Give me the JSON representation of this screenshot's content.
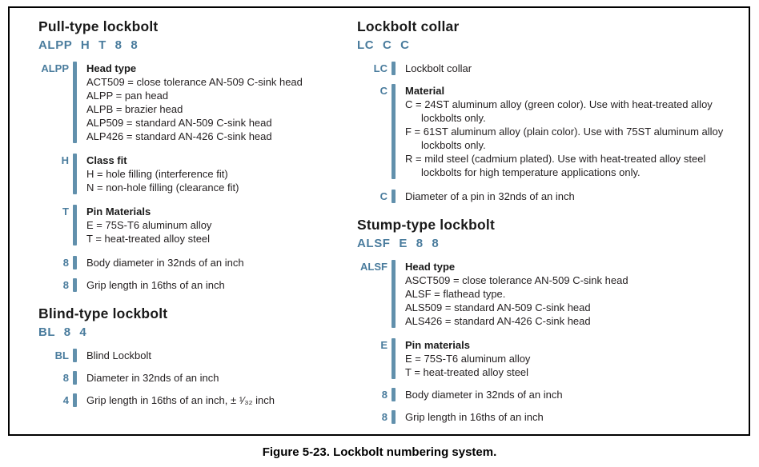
{
  "figure": {
    "caption": "Figure 5-23. Lockbolt numbering system."
  },
  "colors": {
    "accent_blue": "#4a7c9d",
    "bar_blue": "#6190ac",
    "body_text": "#231f20",
    "border": "#000000"
  },
  "columns": {
    "left": [
      {
        "title": "Pull-type lockbolt",
        "code": "ALPP H T 8 8",
        "items": [
          {
            "label": "ALPP",
            "heading": "Head type",
            "lines": [
              "ACT509 = close tolerance AN-509 C-sink head",
              "ALPP = pan head",
              "ALPB = brazier head",
              "ALP509 = standard AN-509 C-sink head",
              "ALP426 = standard AN-426 C-sink head"
            ]
          },
          {
            "label": "H",
            "heading": "Class fit",
            "lines": [
              "H = hole filling (interference fit)",
              "N = non-hole filling (clearance fit)"
            ]
          },
          {
            "label": "T",
            "heading": "Pin Materials",
            "lines": [
              "E = 75S-T6 aluminum alloy",
              "T = heat-treated alloy steel"
            ]
          },
          {
            "label": "8",
            "text": "Body diameter in 32nds of an inch"
          },
          {
            "label": "8",
            "text": "Grip length in 16ths of an inch"
          }
        ]
      },
      {
        "title": "Blind-type lockbolt",
        "code": "BL 8 4",
        "items": [
          {
            "label": "BL",
            "text": "Blind Lockbolt"
          },
          {
            "label": "8",
            "text": "Diameter in 32nds of an inch"
          },
          {
            "label": "4",
            "text": "Grip length in 16ths of an inch, ± ¹⁄₃₂ inch"
          }
        ]
      }
    ],
    "right": [
      {
        "title": "Lockbolt collar",
        "code": "LC C C",
        "items": [
          {
            "label": "LC",
            "text": "Lockbolt collar"
          },
          {
            "label": "C",
            "heading": "Material",
            "lines": [
              "C = 24ST aluminum alloy (green color). Use with heat-treated alloy",
              "lockbolts only.",
              "F = 61ST aluminum alloy (plain color). Use with 75ST aluminum alloy",
              "lockbolts only.",
              "R = mild steel (cadmium plated). Use with heat-treated alloy steel",
              "lockbolts for high temperature applications only."
            ]
          },
          {
            "label": "C",
            "text": "Diameter of a pin in 32nds of an inch"
          }
        ]
      },
      {
        "title": "Stump-type lockbolt",
        "code": "ALSF E 8 8",
        "items": [
          {
            "label": "ALSF",
            "heading": "Head type",
            "lines": [
              "ASCT509 = close tolerance AN-509 C-sink head",
              "ALSF = flathead type.",
              "ALS509 = standard AN-509 C-sink head",
              "ALS426 = standard AN-426 C-sink head"
            ]
          },
          {
            "label": "E",
            "heading": "Pin materials",
            "lines": [
              "E = 75S-T6 aluminum alloy",
              "T = heat-treated alloy steel"
            ]
          },
          {
            "label": "8",
            "text": "Body diameter in 32nds of an inch"
          },
          {
            "label": "8",
            "text": "Grip length in 16ths of an inch"
          }
        ]
      }
    ]
  }
}
